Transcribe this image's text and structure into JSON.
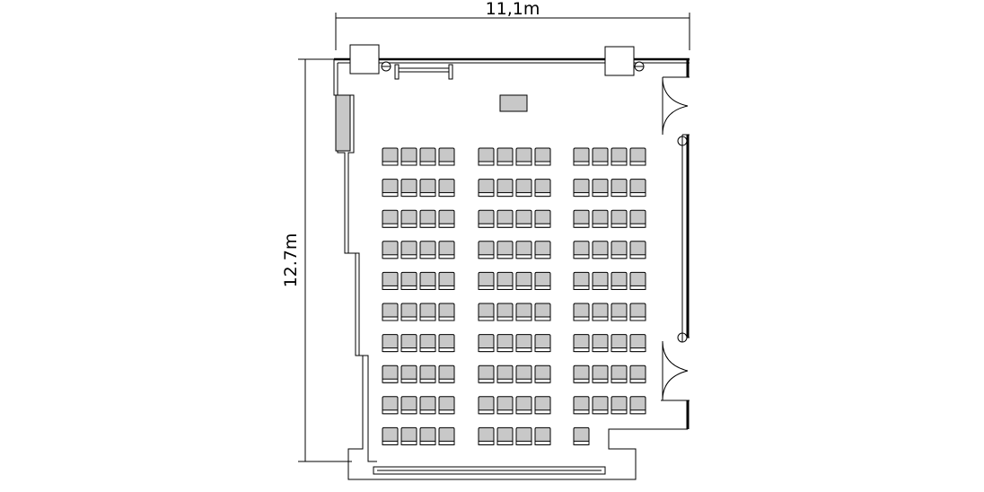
{
  "room": {
    "width_label": "11,1m",
    "height_label": "12.7m"
  },
  "seating": {
    "blocks": 3,
    "seats_per_block_row": 4,
    "rows": 10,
    "last_row_block_seats": [
      4,
      4,
      1
    ],
    "seat_color": "#c8c8c8"
  },
  "fixtures": {
    "podium": "podium",
    "side_cabinet": "side-cabinet",
    "screen": "projection-screen",
    "doors": [
      "double-door-upper",
      "double-door-lower"
    ]
  }
}
